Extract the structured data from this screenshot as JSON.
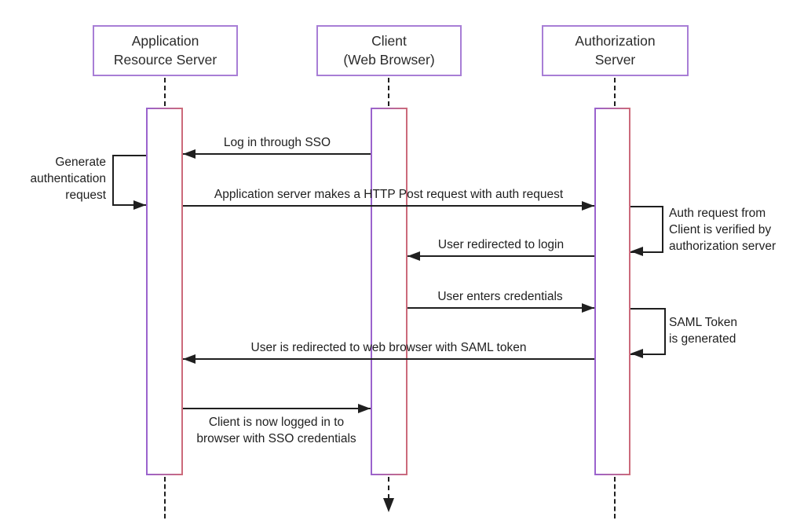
{
  "participants": [
    {
      "name": "Application Resource Server",
      "lines": [
        "Application",
        "Resource Server"
      ]
    },
    {
      "name": "Client (Web Browser)",
      "lines": [
        "Client",
        "(Web Browser)"
      ]
    },
    {
      "name": "Authorization Server",
      "lines": [
        "Authorization",
        "Server"
      ]
    }
  ],
  "messages": [
    {
      "label": "Log in through SSO",
      "from": "Client (Web Browser)",
      "to": "Application Resource Server",
      "direction": "left"
    },
    {
      "label": "Generate authentication request",
      "lines": [
        "Generate",
        "authentication",
        "request"
      ],
      "self_on": "Application Resource Server",
      "direction": "self-left"
    },
    {
      "label": "Application server makes a HTTP Post request with auth request",
      "from": "Application Resource Server",
      "to": "Authorization Server",
      "direction": "right"
    },
    {
      "label": "Auth request from Client is verified by authorization server",
      "lines": [
        "Auth request from",
        "Client is verified by",
        "authorization server"
      ],
      "self_on": "Authorization Server",
      "direction": "self-right"
    },
    {
      "label": "User redirected to login",
      "from": "Authorization Server",
      "to": "Client (Web Browser)",
      "direction": "left"
    },
    {
      "label": "User enters credentials",
      "from": "Client (Web Browser)",
      "to": "Authorization Server",
      "direction": "right"
    },
    {
      "label": "SAML Token is generated",
      "lines": [
        "SAML Token",
        "is generated"
      ],
      "self_on": "Authorization Server",
      "direction": "self-right"
    },
    {
      "label": "User is redirected to web browser with SAML token",
      "from": "Authorization Server",
      "to": "Application Resource Server",
      "direction": "left"
    },
    {
      "label": "Client is now logged in to browser with SSO credentials",
      "lines": [
        "Client is now logged in to",
        "browser with SSO credentials"
      ],
      "from": "Application Resource Server",
      "to": "Client (Web Browser)",
      "direction": "right"
    }
  ],
  "colors": {
    "participant_border": "#a87ed6",
    "activation_border_left": "#9a63ce",
    "activation_border_right": "#cc6a7a",
    "line": "#1f1f1f",
    "background": "#ffffff"
  }
}
